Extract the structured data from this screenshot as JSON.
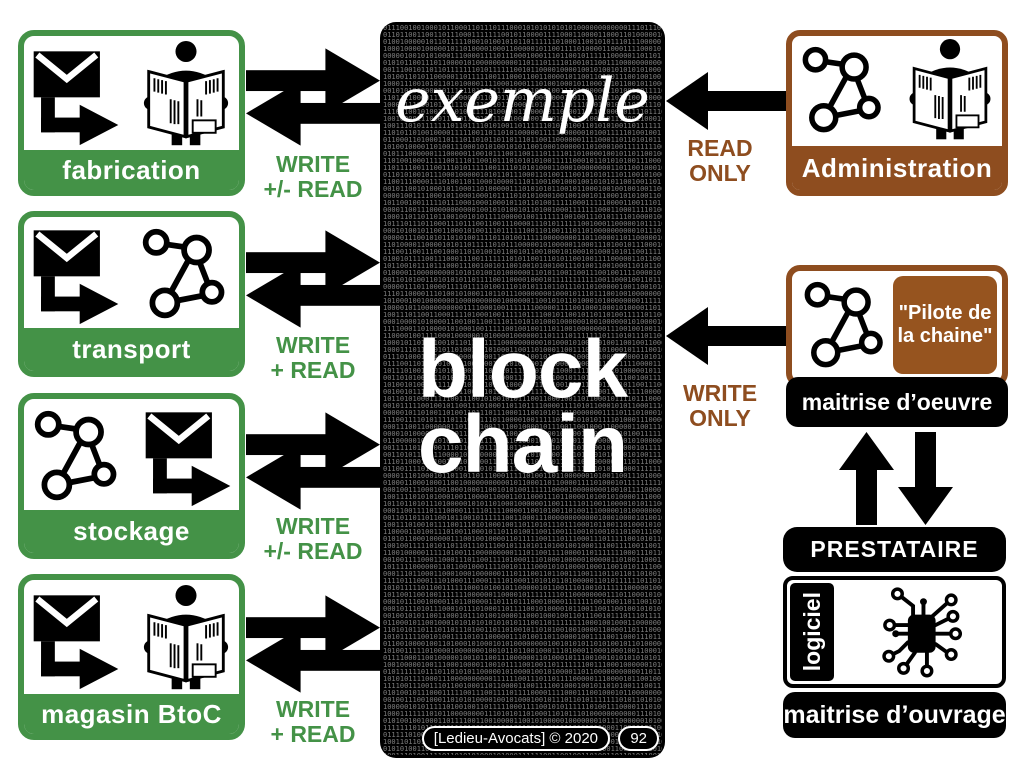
{
  "colors": {
    "green": "#449247",
    "brown": "#8E4D1F",
    "badge_brown": "#96541F",
    "black": "#000000",
    "white": "#FFFFFF"
  },
  "left_nodes": [
    {
      "label": "fabrication",
      "access_line1": "WRITE",
      "access_line2": "+/- READ"
    },
    {
      "label": "transport",
      "access_line1": "WRITE",
      "access_line2": "+ READ"
    },
    {
      "label": "stockage",
      "access_line1": "WRITE",
      "access_line2": "+/- READ"
    },
    {
      "label": "magasin BtoC",
      "access_line1": "WRITE",
      "access_line2": "+ READ"
    }
  ],
  "center": {
    "script_title": "exemple",
    "main_title_line1": "block",
    "main_title_line2": "chain",
    "credit": "[Ledieu-Avocats] © 2020",
    "page_number": "92"
  },
  "right": {
    "administration": {
      "label": "Administration",
      "access_line1": "READ",
      "access_line2": "ONLY"
    },
    "maitrise_oeuvre": {
      "label": "maitrise d’oeuvre",
      "badge": "\"Pilote de la chaine\"",
      "access_line1": "WRITE",
      "access_line2": "ONLY"
    },
    "prestataire": {
      "label": "PRESTATAIRE"
    },
    "logiciel": {
      "side_label": "logiciel"
    },
    "maitrise_ouvrage": {
      "label": "maitrise d’ouvrage"
    }
  }
}
